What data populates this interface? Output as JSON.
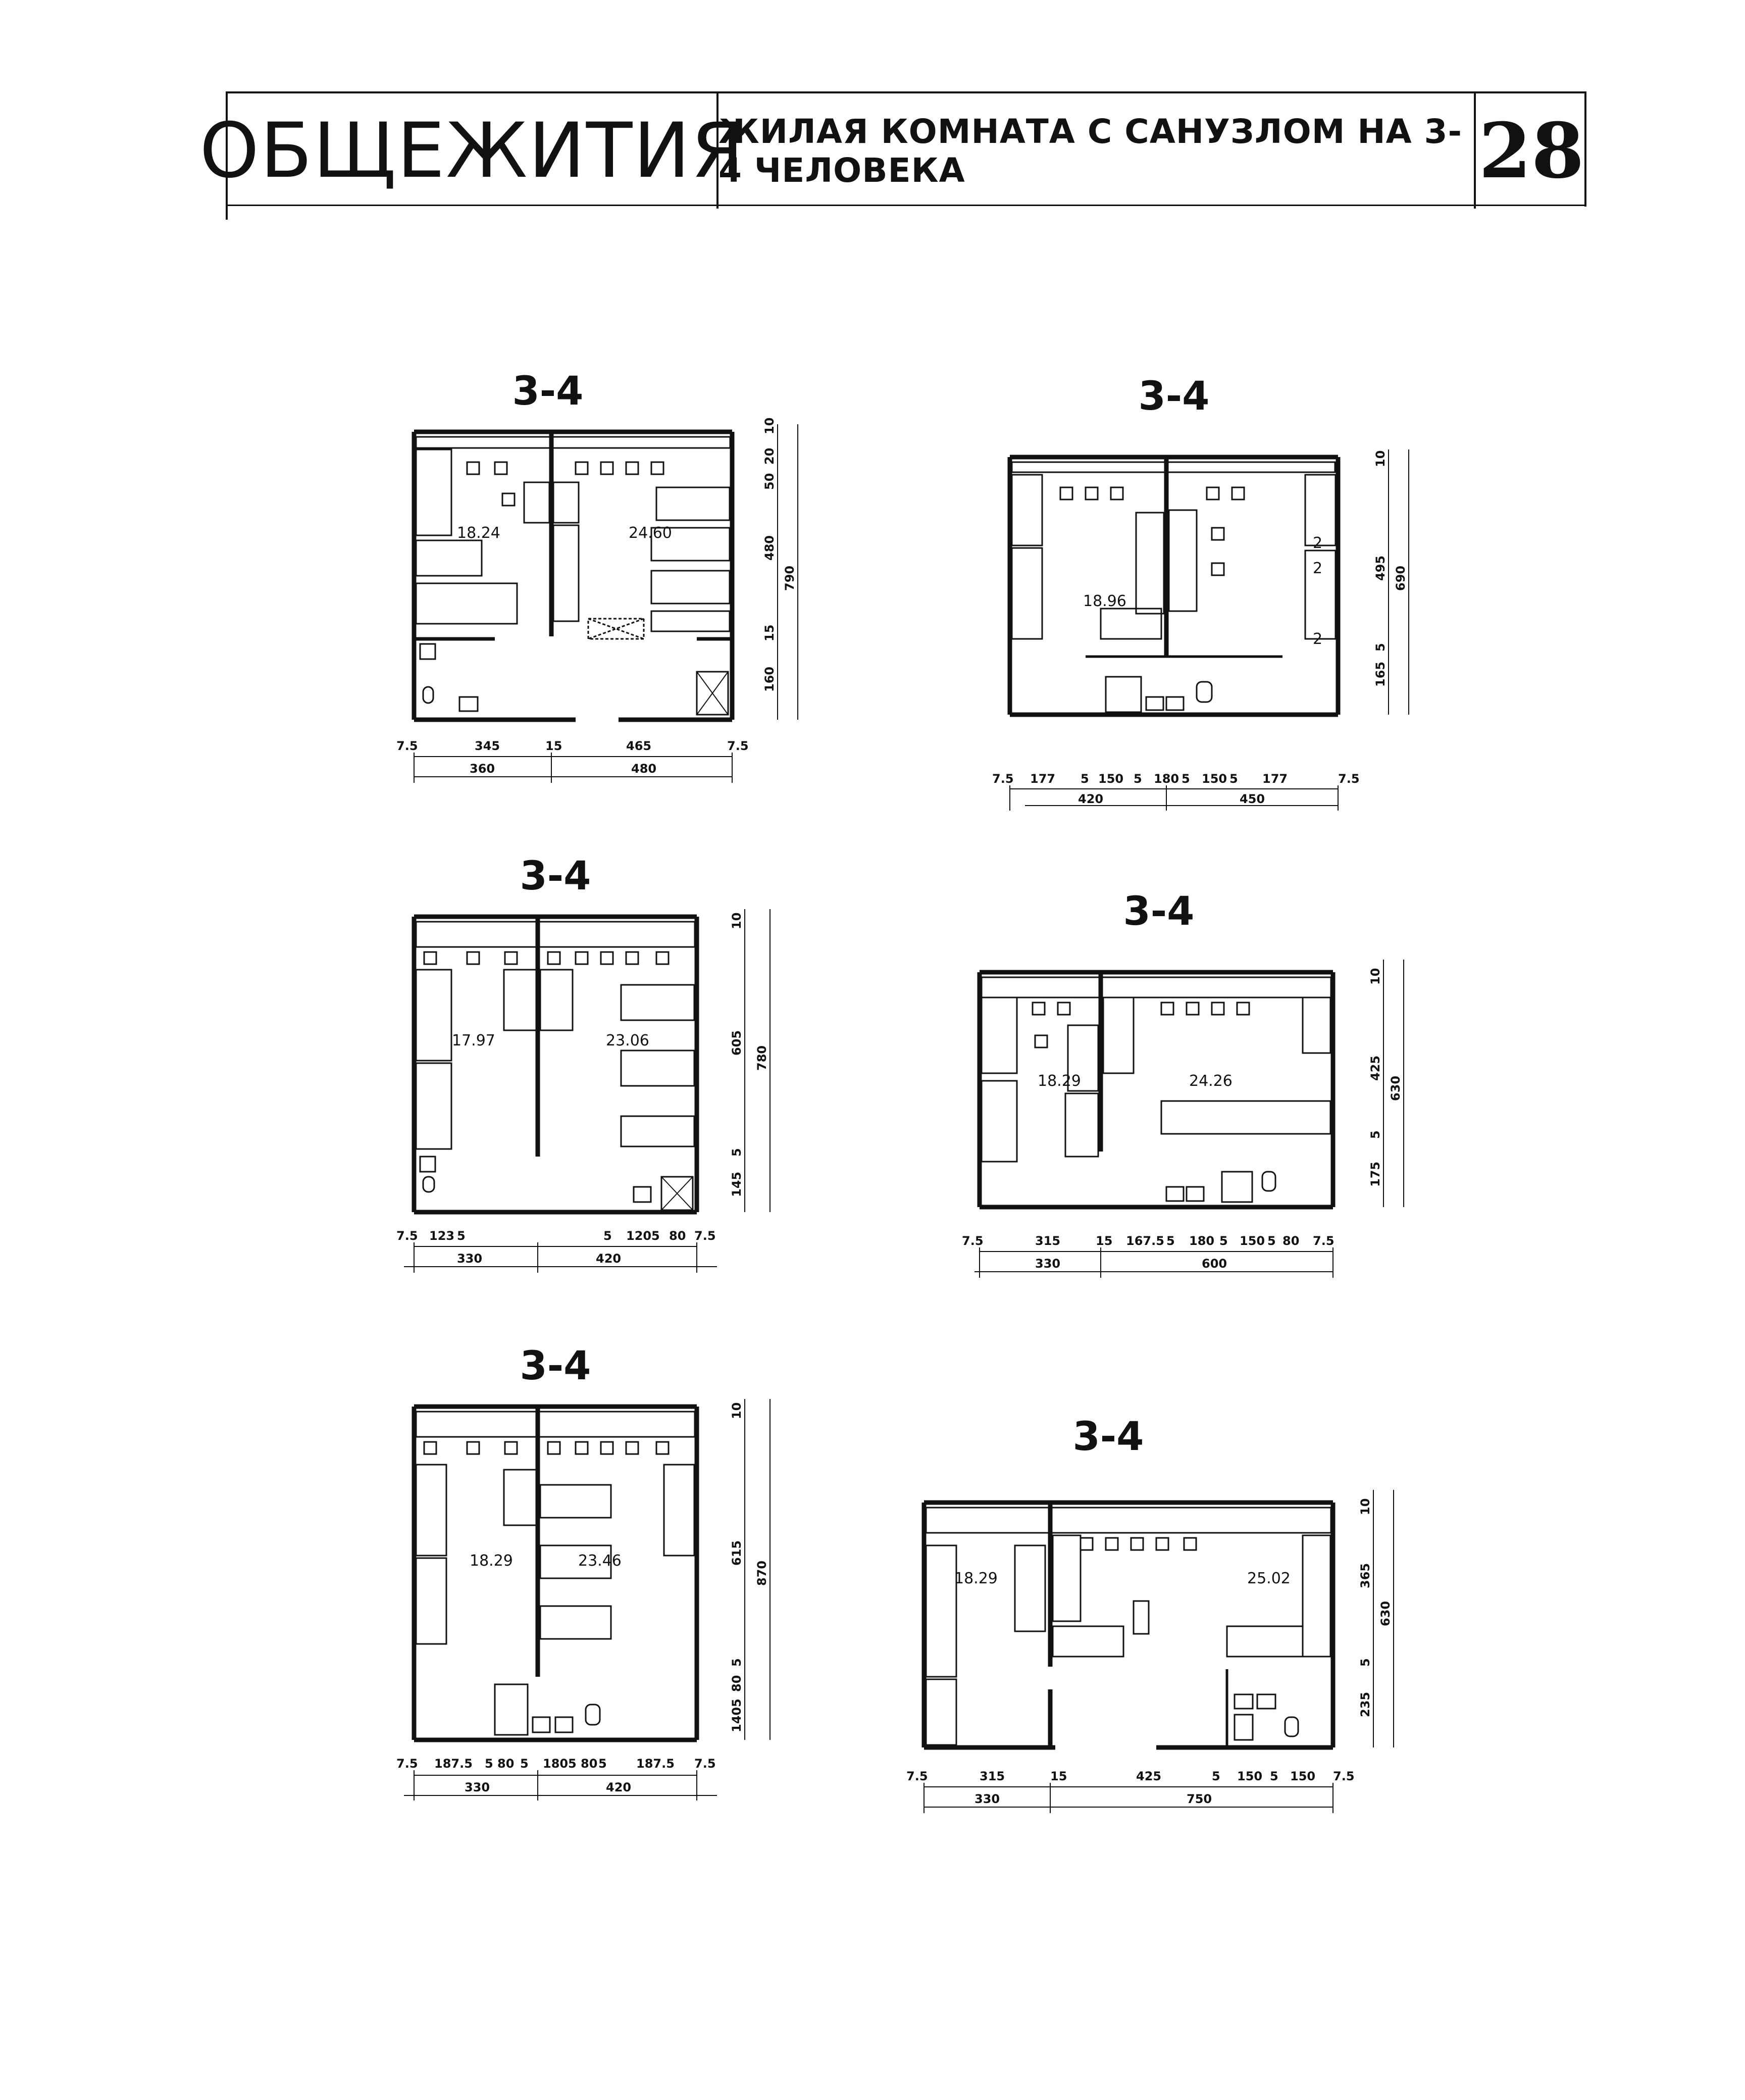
{
  "header": {
    "title": "ОБЩЕЖИТИЯ",
    "subtitle": "ЖИЛАЯ КОМНАТА С САНУЗЛОМ НА 3-4 ЧЕЛОВЕКА",
    "page_number": "28"
  },
  "plans": [
    {
      "title": "3-4",
      "areas": [
        "18.24",
        "24.60"
      ],
      "dims_top": [
        "7.5",
        "345",
        "15",
        "465",
        "7.5"
      ],
      "dims_bottom": [
        "360",
        "480"
      ],
      "dims_side": [
        "10",
        "20",
        "50",
        "480",
        "15",
        "160",
        "790"
      ]
    },
    {
      "title": "3-4",
      "areas": [
        "18.96"
      ],
      "room_marks": [
        "2",
        "2",
        "2"
      ],
      "dims_top": [
        "7.5",
        "177",
        "5",
        "150",
        "5",
        "180",
        "5",
        "150",
        "5",
        "177",
        "7.5"
      ],
      "dims_bottom": [
        "420",
        "450"
      ],
      "dims_side": [
        "10",
        "495",
        "5",
        "165",
        "690"
      ]
    },
    {
      "title": "3-4",
      "areas": [
        "17.97",
        "23.06"
      ],
      "dims_top": [
        "7.5",
        "123",
        "5",
        "5",
        "120",
        "5",
        "80",
        "7.5"
      ],
      "dims_bottom": [
        "330",
        "420"
      ],
      "dims_side": [
        "10",
        "605",
        "5",
        "145",
        "780"
      ]
    },
    {
      "title": "3-4",
      "areas": [
        "18.29",
        "24.26"
      ],
      "dims_top": [
        "7.5",
        "315",
        "15",
        "167.5",
        "5",
        "180",
        "5",
        "150",
        "5",
        "80",
        "7.5"
      ],
      "dims_bottom": [
        "330",
        "600"
      ],
      "dims_side": [
        "10",
        "425",
        "5",
        "175",
        "630"
      ]
    },
    {
      "title": "3-4",
      "areas": [
        "18.29",
        "23.46"
      ],
      "dims_top": [
        "7.5",
        "187.5",
        "5",
        "80",
        "5",
        "180",
        "5",
        "80",
        "5",
        "187.5",
        "7.5"
      ],
      "dims_bottom": [
        "330",
        "420"
      ],
      "dims_side": [
        "10",
        "615",
        "5",
        "80",
        "5",
        "140",
        "870"
      ]
    },
    {
      "title": "3-4",
      "areas": [
        "18.29",
        "25.02"
      ],
      "dims_top": [
        "7.5",
        "315",
        "15",
        "425",
        "5",
        "150",
        "5",
        "150",
        "7.5"
      ],
      "dims_bottom": [
        "330",
        "750"
      ],
      "dims_side": [
        "10",
        "365",
        "5",
        "235",
        "630"
      ]
    }
  ]
}
